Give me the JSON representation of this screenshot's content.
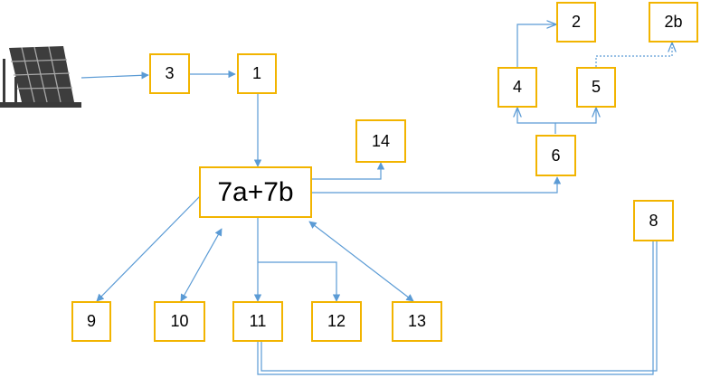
{
  "colors": {
    "box_border": "#f2b400",
    "connector": "#5b9bd5",
    "panel": "#3a3a3a"
  },
  "icon": "solar-panel-icon",
  "nodes": {
    "n1": "1",
    "n2": "2",
    "n2b": "2b",
    "n3": "3",
    "n4": "4",
    "n5": "5",
    "n6": "6",
    "n7": "7a+7b",
    "n8": "8",
    "n9": "9",
    "n10": "10",
    "n11": "11",
    "n12": "12",
    "n13": "13",
    "n14": "14"
  }
}
